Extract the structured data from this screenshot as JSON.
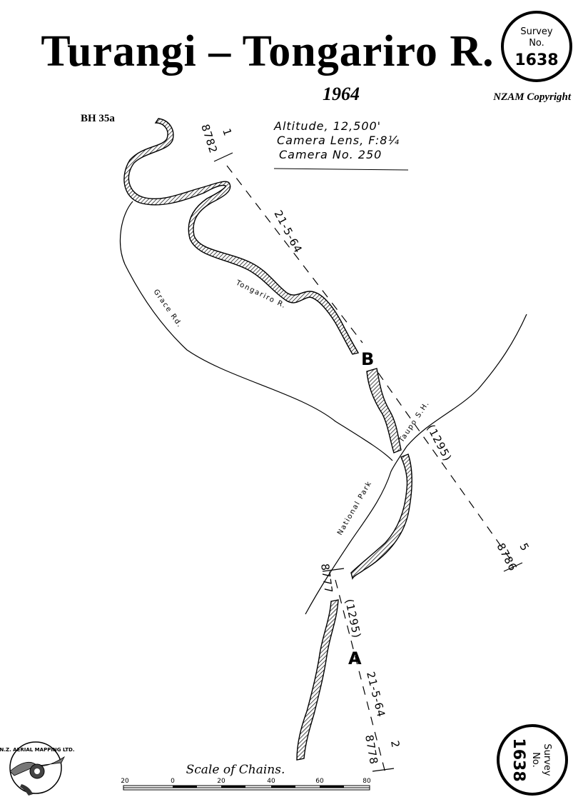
{
  "title": "Turangi – Tongariro R.",
  "year": "1964",
  "copyright": "NZAM Copyright",
  "ref": "BH 35a",
  "flight": {
    "altitude": "Altitude, 12,500'",
    "lens": "Camera Lens, F:8¼",
    "camera": "Camera No. 250"
  },
  "seal": {
    "survey": "Survey",
    "no": "No.",
    "number": "1638"
  },
  "labels": {
    "river": "Tongariro R.",
    "grace_rd": "Grace Rd.",
    "highway": "Taupo S.H.",
    "national_park": "National Park",
    "point_a": "A",
    "point_b": "B"
  },
  "runs": {
    "upper_frame": "8782",
    "upper_frame_run": "1",
    "upper_date": "21-5-64",
    "run5_frame": "8786",
    "run5_number": "5",
    "upper_code": "(1295)",
    "lower_frame_top": "8777",
    "lower_code": "(1295)",
    "lower_date": "21-5-64",
    "lower_frame_bottom": "8778",
    "lower_run": "2"
  },
  "scale": {
    "title": "Scale of Chains.",
    "ticks": [
      "20",
      "0",
      "20",
      "40",
      "60",
      "80"
    ]
  },
  "logo": {
    "text": "N.Z. AERIAL MAPPING LTD."
  },
  "colors": {
    "ink": "#000000",
    "paper": "#ffffff"
  }
}
